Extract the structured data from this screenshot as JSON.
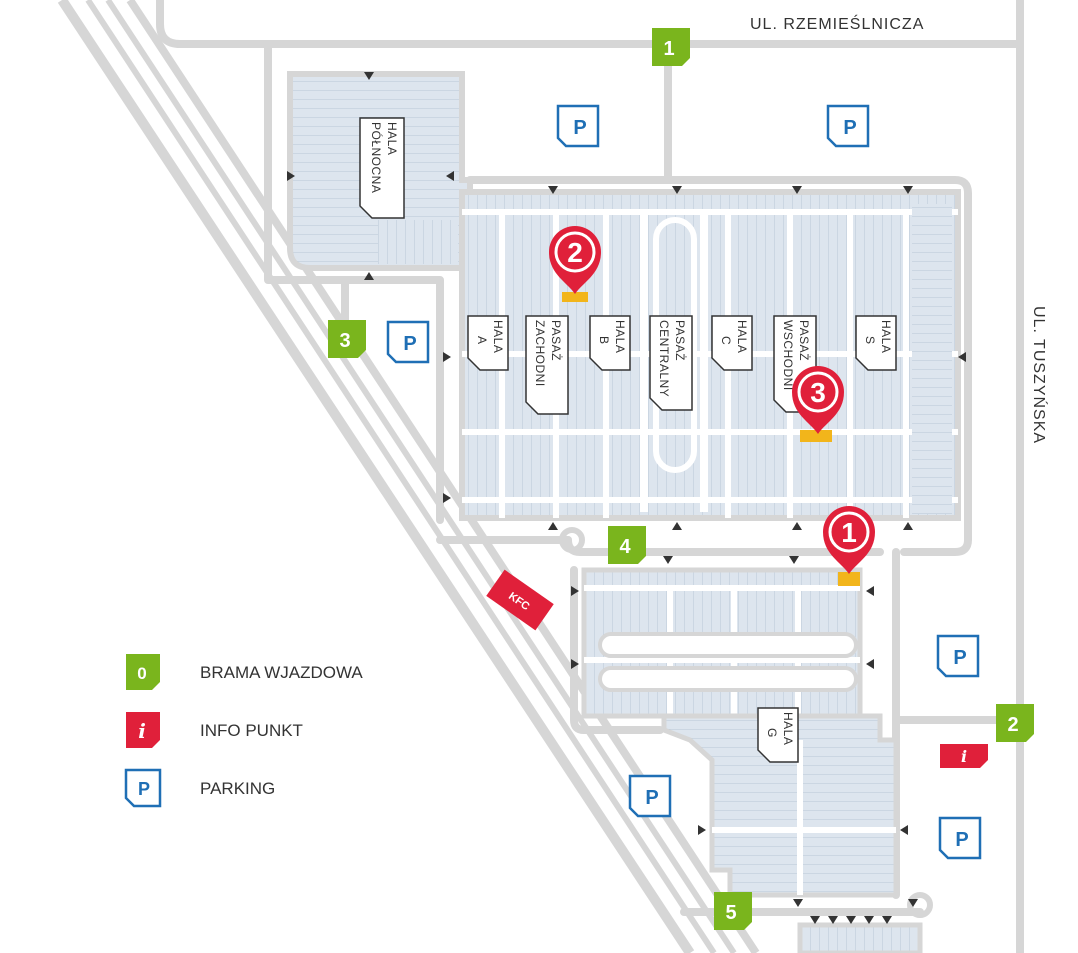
{
  "map": {
    "streets": {
      "north": "UL. RZEMIEŚLNICZA",
      "east": "UL. TUSZYŃSKA"
    },
    "halls": [
      {
        "id": "polnocna",
        "lines": [
          "HALA",
          "PÓŁNOCNA"
        ]
      },
      {
        "id": "a",
        "lines": [
          "HALA",
          "A"
        ]
      },
      {
        "id": "pasaz-zachodni",
        "lines": [
          "PASAŻ",
          "ZACHODNI"
        ]
      },
      {
        "id": "b",
        "lines": [
          "HALA",
          "B"
        ]
      },
      {
        "id": "pasaz-centralny",
        "lines": [
          "PASAŻ",
          "CENTRALNY"
        ]
      },
      {
        "id": "c",
        "lines": [
          "HALA",
          "C"
        ]
      },
      {
        "id": "pasaz-wschodni",
        "lines": [
          "PASAŻ",
          "WSCHODNI"
        ]
      },
      {
        "id": "s",
        "lines": [
          "HALA",
          "S"
        ]
      },
      {
        "id": "g",
        "lines": [
          "HALA",
          "G"
        ]
      }
    ],
    "gates": [
      "1",
      "2",
      "3",
      "4",
      "5"
    ],
    "location_pins": [
      "1",
      "2",
      "3"
    ],
    "parking_symbol": "P",
    "info_symbol": "i",
    "kfc": "KFC"
  },
  "legend": {
    "gate": {
      "symbol": "0",
      "label": "BRAMA WJAZDOWA"
    },
    "info": {
      "symbol": "i",
      "label": "INFO PUNKT"
    },
    "parking": {
      "symbol": "P",
      "label": "PARKING"
    }
  },
  "colors": {
    "gate_green": "#7ab51d",
    "pin_red": "#e0203a",
    "parking_blue": "#1f6fb5",
    "info_red": "#e0203a",
    "road_gray": "#d6d6d6",
    "building_fill": "#dde5ee",
    "building_line": "#b9c7d6",
    "marker_yellow": "#f2b51b"
  }
}
